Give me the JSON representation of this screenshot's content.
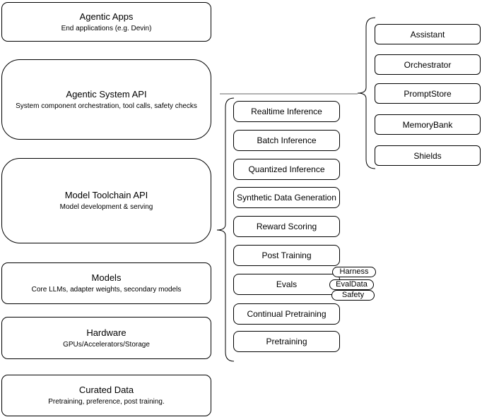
{
  "left_stack": [
    {
      "title": "Agentic Apps",
      "subtitle": "End applications (e.g. Devin)"
    },
    {
      "title": "Agentic System API",
      "subtitle": "System component orchestration, tool calls, safety checks"
    },
    {
      "title": "Model Toolchain API",
      "subtitle": "Model development & serving"
    },
    {
      "title": "Models",
      "subtitle": "Core LLMs, adapter weights, secondary models"
    },
    {
      "title": "Hardware",
      "subtitle": "GPUs/Accelerators/Storage"
    },
    {
      "title": "Curated Data",
      "subtitle": "Pretraining, preference, post training."
    }
  ],
  "toolchain_capabilities": [
    "Realtime Inference",
    "Batch Inference",
    "Quantized Inference",
    "Synthetic Data Generation",
    "Reward Scoring",
    "Post Training",
    "Evals",
    "Continual Pretraining",
    "Pretraining"
  ],
  "eval_tags": [
    "Harness",
    "EvalData",
    "Safety"
  ],
  "system_components": [
    "Assistant",
    "Orchestrator",
    "PromptStore",
    "MemoryBank",
    "Shields"
  ],
  "colors": {
    "node_stroke": "#000000",
    "node_fill": "#ffffff",
    "text": "#000000",
    "connector_line": "#666666",
    "brace_stroke": "#000000"
  }
}
